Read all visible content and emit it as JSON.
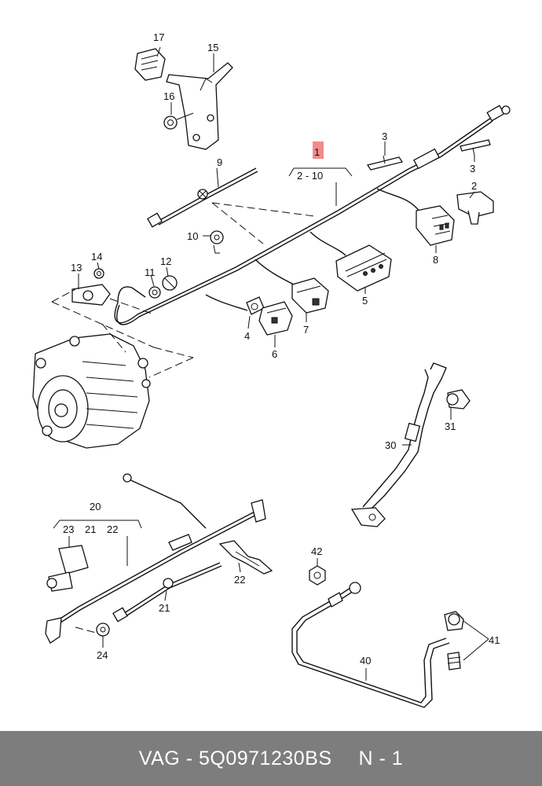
{
  "diagram": {
    "callouts": {
      "c1": "1",
      "c2_10": "2 - 10",
      "c2": "2",
      "c3a": "3",
      "c3b": "3",
      "c4": "4",
      "c5": "5",
      "c6": "6",
      "c7": "7",
      "c8": "8",
      "c9": "9",
      "c10": "10",
      "c11": "11",
      "c12": "12",
      "c13": "13",
      "c14": "14",
      "c15": "15",
      "c16": "16",
      "c17": "17",
      "c20": "20",
      "c21a": "21",
      "c21b": "21",
      "c22a": "22",
      "c22b": "22",
      "c23": "23",
      "c24": "24",
      "c30": "30",
      "c31": "31",
      "c40": "40",
      "c41": "41",
      "c42": "42"
    },
    "highlight_color": "#f28b8b"
  },
  "footer": {
    "brand": "VAG",
    "separator": "-",
    "part_number": "5Q0971230BS",
    "position_label": "N - 1",
    "background": "#7d7d7d"
  }
}
